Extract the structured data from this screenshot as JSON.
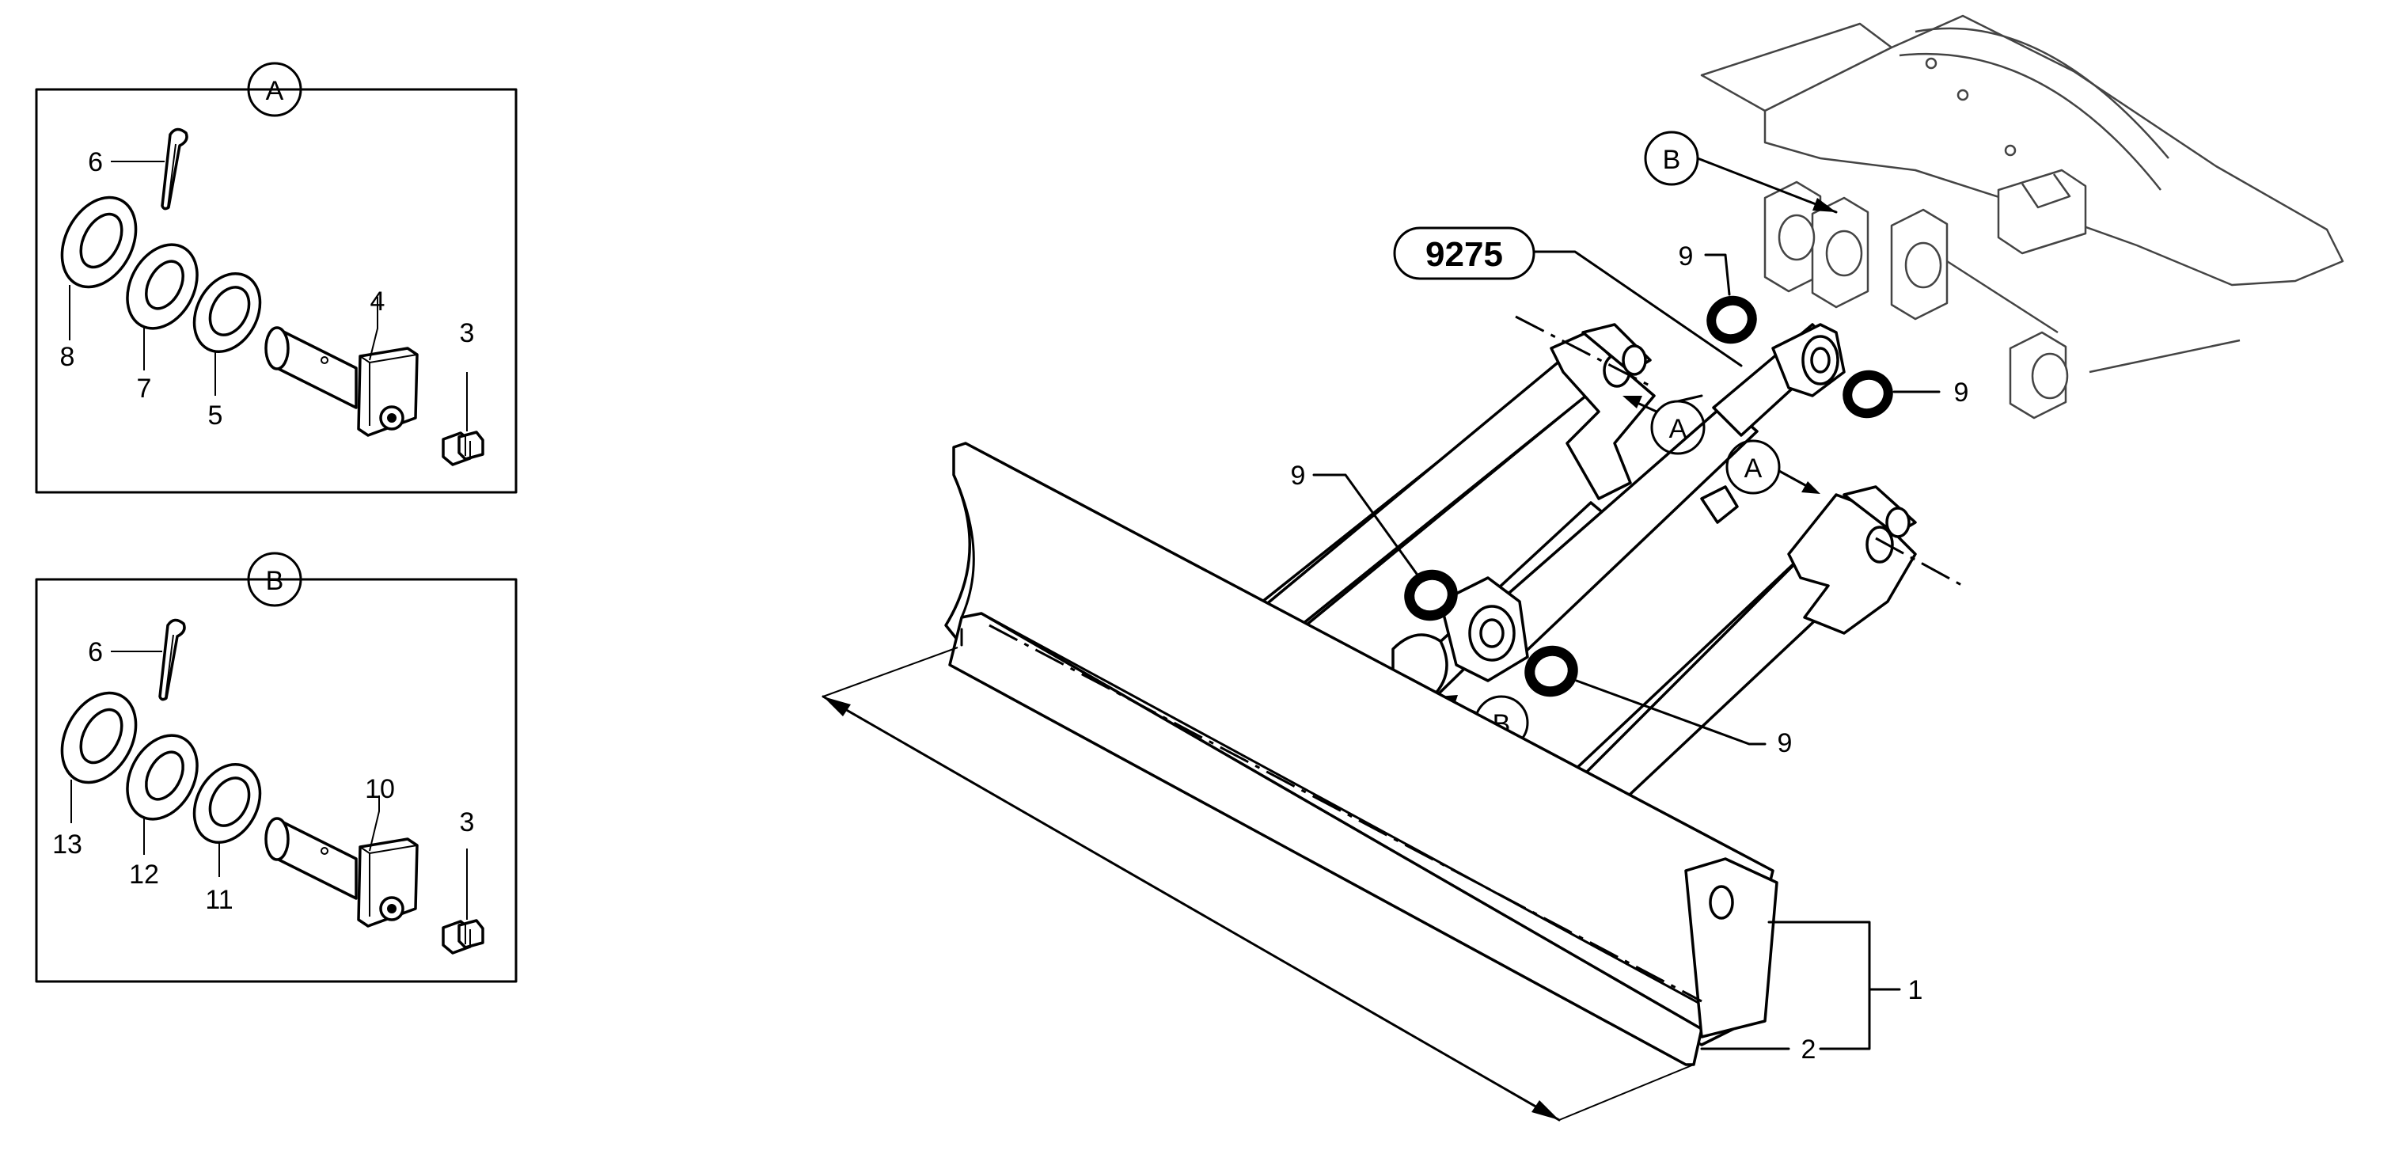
{
  "detail_a": {
    "marker": "A",
    "callouts": [
      {
        "num": "6",
        "part": "cotter-pin"
      },
      {
        "num": "8",
        "part": "washer"
      },
      {
        "num": "7",
        "part": "washer"
      },
      {
        "num": "5",
        "part": "washer"
      },
      {
        "num": "4",
        "part": "pin"
      },
      {
        "num": "3",
        "part": "grease-nipple"
      }
    ]
  },
  "detail_b": {
    "marker": "B",
    "callouts": [
      {
        "num": "6",
        "part": "cotter-pin"
      },
      {
        "num": "13",
        "part": "washer"
      },
      {
        "num": "12",
        "part": "washer"
      },
      {
        "num": "11",
        "part": "washer"
      },
      {
        "num": "10",
        "part": "pin"
      },
      {
        "num": "3",
        "part": "grease-nipple"
      }
    ]
  },
  "main": {
    "reference": "9275",
    "markers": {
      "a1": "A",
      "a2": "A",
      "b_blade": "B",
      "b_frame": "B"
    },
    "callouts": {
      "seal_top": "9",
      "seal_right": "9",
      "seal_left": "9",
      "seal_bottom": "9",
      "blade_assembly": "1",
      "cutting_edge": "2"
    }
  }
}
